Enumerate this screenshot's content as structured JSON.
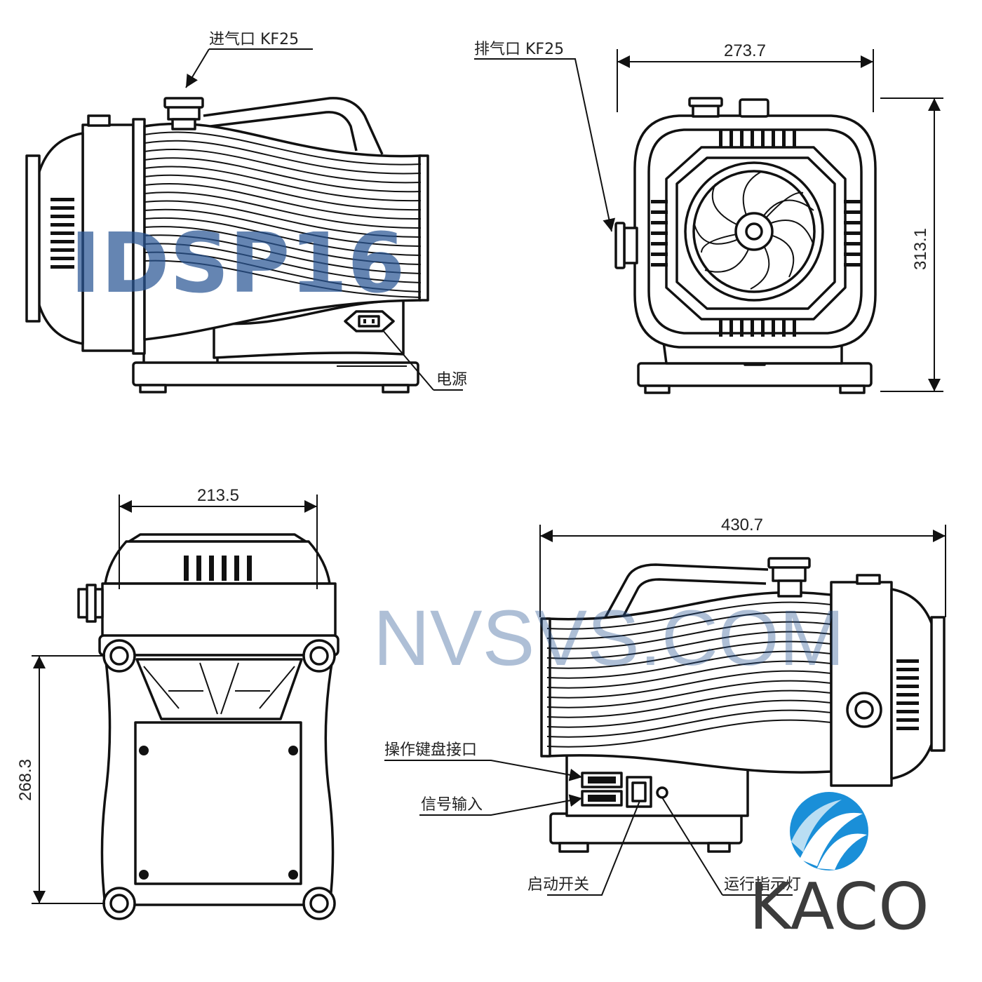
{
  "labels": {
    "inlet": "进气口 KF25",
    "exhaust": "排气口 KF25",
    "power": "电源",
    "keyboard_port": "操作键盘接口",
    "signal_input": "信号输入",
    "start_switch": "启动开关",
    "run_indicator": "运行指示灯"
  },
  "dimensions": {
    "front_width": "273.7",
    "front_height": "313.1",
    "top_width": "213.5",
    "top_depth": "268.3",
    "side_length": "430.7"
  },
  "watermarks": {
    "model": "IDSP16",
    "site": "NVSVS.COM"
  },
  "logo": {
    "text": "KACO",
    "color": "#1a8fd8"
  },
  "colors": {
    "line": "#111111",
    "watermark": "#2a5694"
  }
}
